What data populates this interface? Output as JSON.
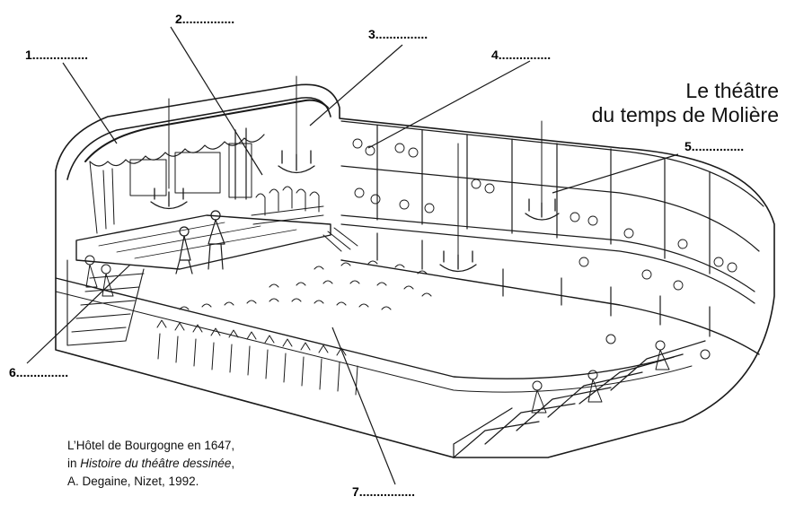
{
  "title": {
    "line1": "Le théâtre",
    "line2": "du temps de Molière"
  },
  "labels": [
    {
      "number": "1",
      "dots": "1................"
    },
    {
      "number": "2",
      "dots": "2..............."
    },
    {
      "number": "3",
      "dots": "3..............."
    },
    {
      "number": "4",
      "dots": "4..............."
    },
    {
      "number": "5",
      "dots": "5..............."
    },
    {
      "number": "6",
      "dots": "6..............."
    },
    {
      "number": "7",
      "dots": "7................"
    }
  ],
  "caption": {
    "line1": "L’Hôtel de Bourgogne en 1647,",
    "line2_prefix": "in ",
    "line2_italic": "Histoire du théâtre dessinée",
    "line2_suffix": ",",
    "line3": "A. Degaine, Nizet, 1992."
  },
  "colors": {
    "ink": "#1a1a1a",
    "background": "#ffffff"
  }
}
